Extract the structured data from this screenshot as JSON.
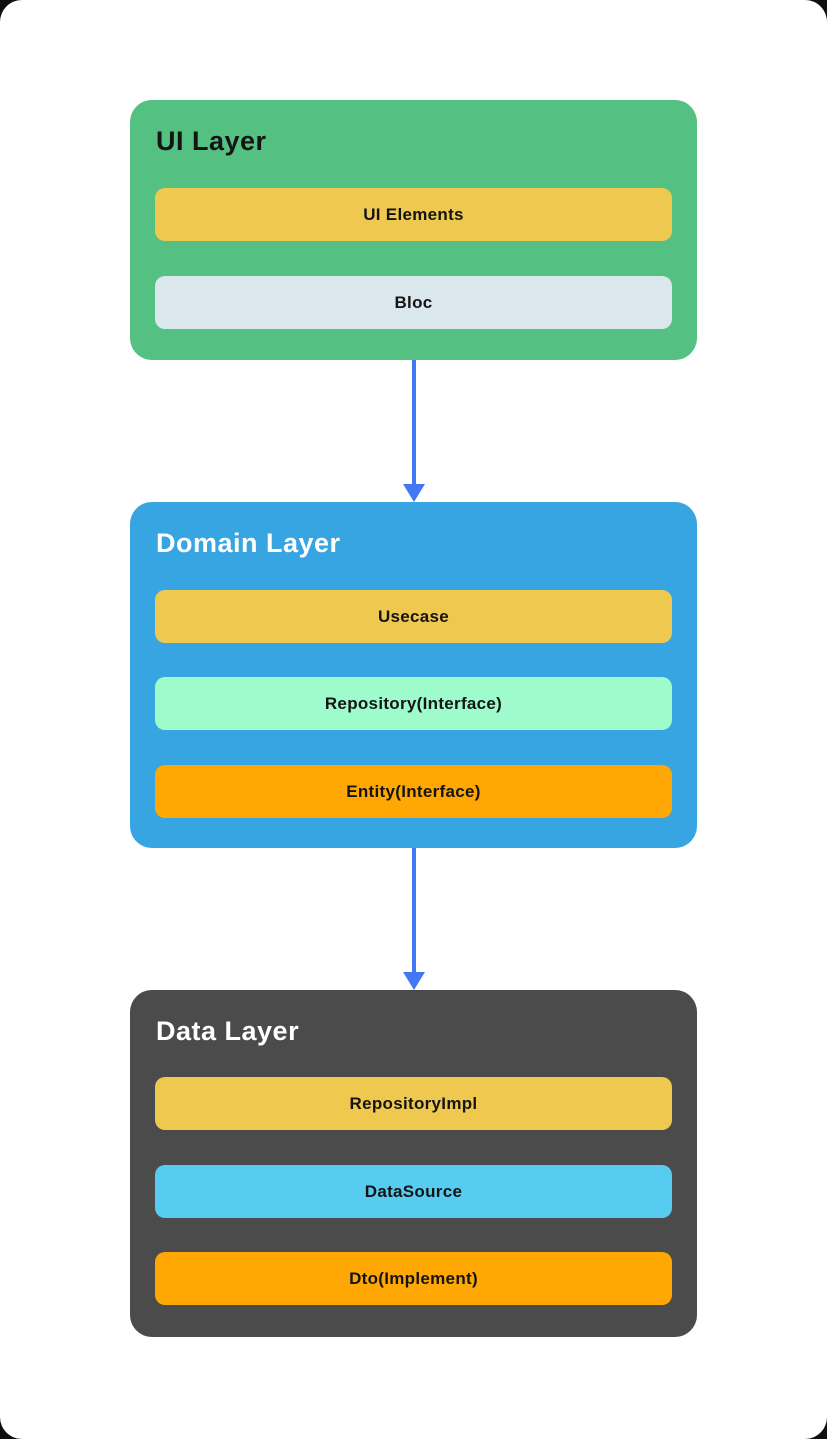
{
  "page": {
    "background": "#ffffff"
  },
  "diagram": {
    "layers": [
      {
        "id": "ui-layer",
        "title": "UI Layer",
        "bg": "#54C082",
        "title_color": "#141414",
        "blocks": [
          {
            "label": "UI Elements",
            "bg": "#EFC94F",
            "text_color": "#141414"
          },
          {
            "label": "Bloc",
            "bg": "#DAE8ED",
            "text_color": "#141414"
          }
        ]
      },
      {
        "id": "domain-layer",
        "title": "Domain Layer",
        "bg": "#38A5E3",
        "title_color": "#FFFFFF",
        "blocks": [
          {
            "label": "Usecase",
            "bg": "#EFC94F",
            "text_color": "#141414"
          },
          {
            "label": "Repository(Interface)",
            "bg": "#9DFBCC",
            "text_color": "#141414"
          },
          {
            "label": "Entity(Interface)",
            "bg": "#FFA702",
            "text_color": "#141414"
          }
        ]
      },
      {
        "id": "data-layer",
        "title": "Data Layer",
        "bg": "#4B4B4B",
        "title_color": "#FFFFFF",
        "blocks": [
          {
            "label": "RepositoryImpl",
            "bg": "#EFC94F",
            "text_color": "#141414"
          },
          {
            "label": "DataSource",
            "bg": "#57CBF0",
            "text_color": "#141414"
          },
          {
            "label": "Dto(Implement)",
            "bg": "#FFA702",
            "text_color": "#141414"
          }
        ]
      }
    ],
    "arrows": [
      {
        "from": "ui-layer",
        "to": "domain-layer",
        "color": "#4377F3"
      },
      {
        "from": "domain-layer",
        "to": "data-layer",
        "color": "#4377F3"
      }
    ]
  }
}
